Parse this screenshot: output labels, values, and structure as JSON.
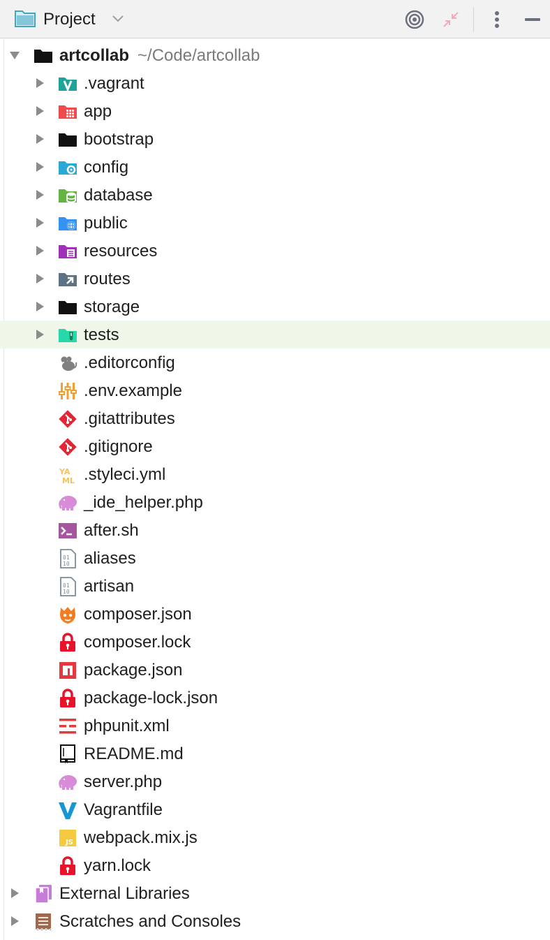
{
  "header": {
    "title": "Project",
    "icons": [
      "folder-icon",
      "chevron-down-icon",
      "locate-target-icon",
      "collapse-all-icon",
      "more-options-icon",
      "minimize-icon"
    ]
  },
  "root": {
    "name": "artcollab",
    "path": "~/Code/artcollab"
  },
  "folders": [
    {
      "label": ".vagrant",
      "icon": "vagrant-folder-icon"
    },
    {
      "label": "app",
      "icon": "app-folder-icon"
    },
    {
      "label": "bootstrap",
      "icon": "folder-icon"
    },
    {
      "label": "config",
      "icon": "config-folder-icon"
    },
    {
      "label": "database",
      "icon": "database-folder-icon"
    },
    {
      "label": "public",
      "icon": "public-folder-icon"
    },
    {
      "label": "resources",
      "icon": "resources-folder-icon"
    },
    {
      "label": "routes",
      "icon": "routes-folder-icon"
    },
    {
      "label": "storage",
      "icon": "folder-icon"
    },
    {
      "label": "tests",
      "icon": "tests-folder-icon"
    }
  ],
  "files": [
    {
      "label": ".editorconfig",
      "icon": "editorconfig-icon"
    },
    {
      "label": ".env.example",
      "icon": "env-settings-icon"
    },
    {
      "label": ".gitattributes",
      "icon": "git-icon"
    },
    {
      "label": ".gitignore",
      "icon": "git-icon"
    },
    {
      "label": ".styleci.yml",
      "icon": "yaml-icon"
    },
    {
      "label": "_ide_helper.php",
      "icon": "php-elephant-icon"
    },
    {
      "label": "after.sh",
      "icon": "shell-script-icon"
    },
    {
      "label": "aliases",
      "icon": "binary-file-icon"
    },
    {
      "label": "artisan",
      "icon": "binary-file-icon"
    },
    {
      "label": "composer.json",
      "icon": "composer-icon"
    },
    {
      "label": "composer.lock",
      "icon": "lock-icon"
    },
    {
      "label": "package.json",
      "icon": "npm-icon"
    },
    {
      "label": "package-lock.json",
      "icon": "lock-icon"
    },
    {
      "label": "phpunit.xml",
      "icon": "phpunit-icon"
    },
    {
      "label": "README.md",
      "icon": "readme-icon"
    },
    {
      "label": "server.php",
      "icon": "php-elephant-icon"
    },
    {
      "label": "Vagrantfile",
      "icon": "vagrant-icon"
    },
    {
      "label": "webpack.mix.js",
      "icon": "javascript-icon"
    },
    {
      "label": "yarn.lock",
      "icon": "lock-icon"
    }
  ],
  "extras": [
    {
      "label": "External Libraries",
      "icon": "library-icon"
    },
    {
      "label": "Scratches and Consoles",
      "icon": "scratches-icon"
    }
  ],
  "selected": "tests",
  "colors": {
    "header_bg": "#f2f2f2",
    "selection_bg": "#eef7e8",
    "path_text": "#7a7a7a",
    "lock_red": "#e8122b",
    "php_pink": "#d78bd8"
  }
}
